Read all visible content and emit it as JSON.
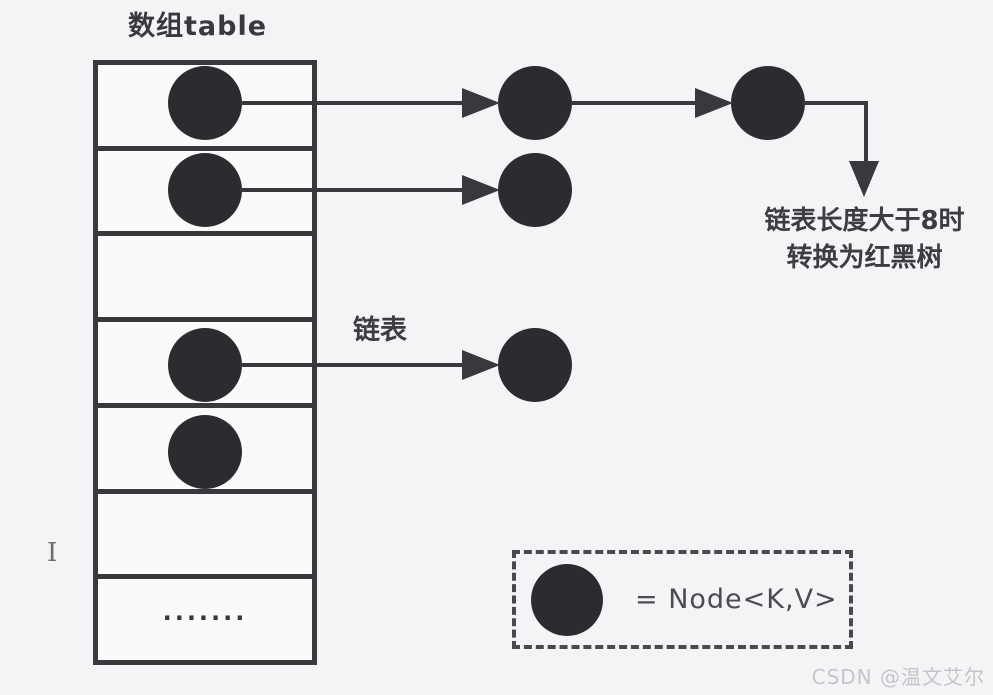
{
  "colors": {
    "background": "#f4f4f6",
    "ink": "#39383c",
    "node": "#2c2b2f",
    "text": "#3d3c40",
    "legend_text": "#4c4b4f",
    "watermark": "#c3c5c8"
  },
  "title": "数组table",
  "array": {
    "cells": [
      {
        "index": 0,
        "has_node": true,
        "chain_length": 3
      },
      {
        "index": 1,
        "has_node": true,
        "chain_length": 2
      },
      {
        "index": 2,
        "has_node": false,
        "chain_length": 0
      },
      {
        "index": 3,
        "has_node": true,
        "chain_length": 2
      },
      {
        "index": 4,
        "has_node": true,
        "chain_length": 1
      },
      {
        "index": 5,
        "has_node": false,
        "chain_length": 0
      },
      {
        "index": 6,
        "has_node": false,
        "chain_length": 0
      }
    ],
    "ellipsis": "......."
  },
  "labels": {
    "linked_list": "链表",
    "treeify_line1": "链表长度大于8时",
    "treeify_line2": "转换为红黑树"
  },
  "legend": {
    "equals_text": "= Node<K,V>"
  },
  "watermark": "CSDN @温文艾尔",
  "cursor_artifact": "I"
}
